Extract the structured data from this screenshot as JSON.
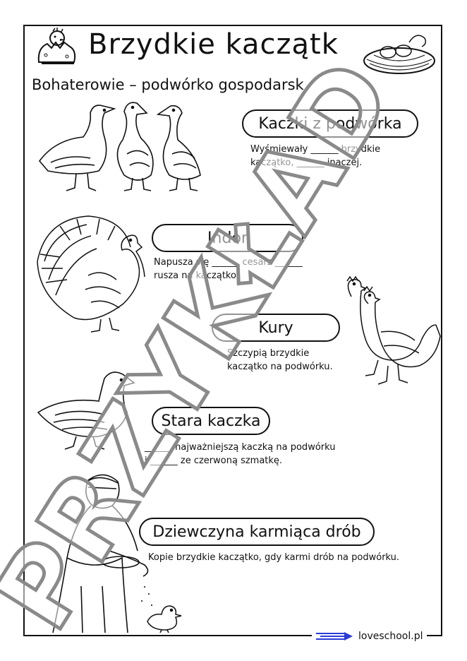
{
  "header": {
    "title": "Brzydkie kaczątk",
    "subtitle": "Bohaterowie – podwórko gospodarsk"
  },
  "characters": [
    {
      "name": "Kaczki z podwórka",
      "desc1": "Wyśmiewały ______ brzydkie",
      "desc2": "kaczątko, ______ inaczej."
    },
    {
      "name": "Indor",
      "desc1": "Napusza się ______ cesarz ______",
      "desc2": "rusza na kaczątko."
    },
    {
      "name": "Kury",
      "desc1": "Szczypią brzydkie",
      "desc2": "kaczątko na podwórku."
    },
    {
      "name": "Stara kaczka",
      "desc1": "______ najważniejszą kaczką na podwórku",
      "desc2": "i ______ ze czerwoną szmatkę."
    },
    {
      "name": "Dziewczyna karmiąca drób",
      "desc1": "Kopie brzydkie kaczątko, gdy karmi drób na podwórku.",
      "desc2": ""
    }
  ],
  "footer": {
    "brand": "loveschool.pl"
  },
  "watermark": {
    "text": "PRZYKŁAD"
  }
}
